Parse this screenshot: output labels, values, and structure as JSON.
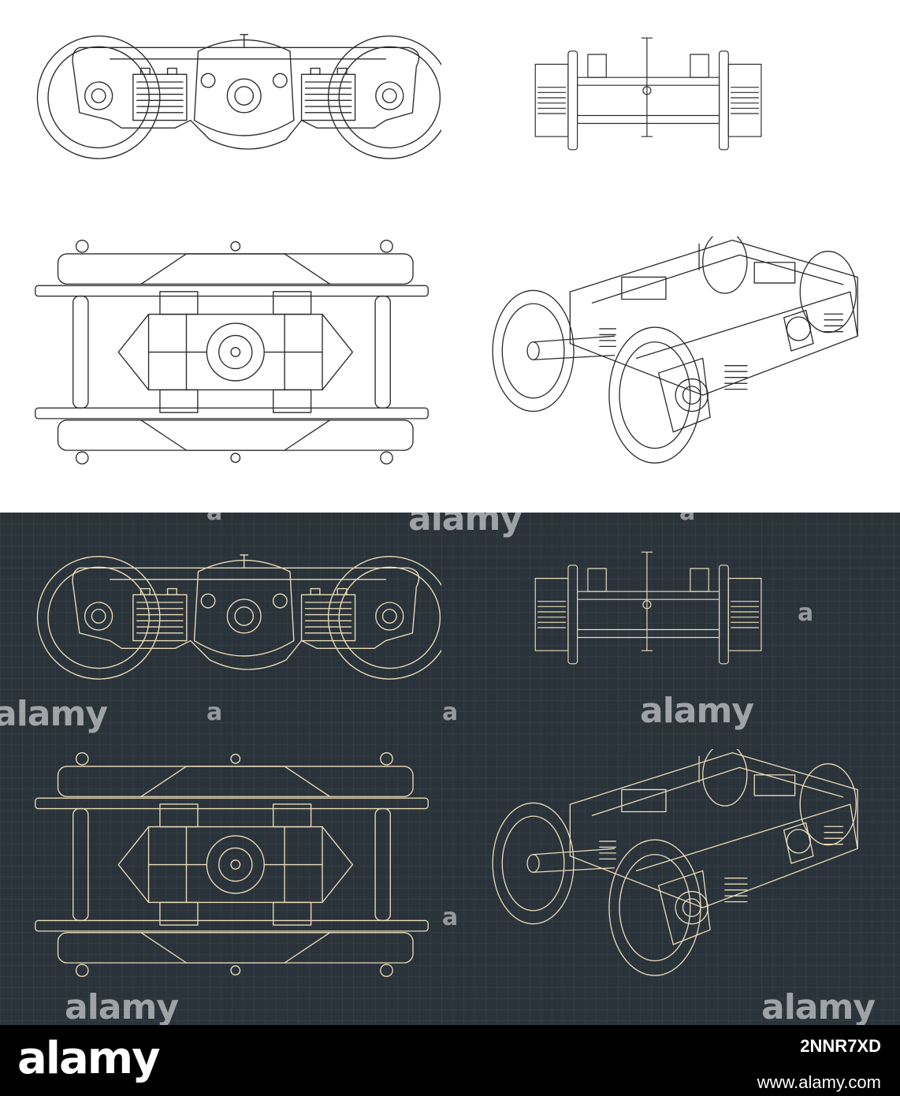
{
  "watermark": {
    "text": "alamy",
    "small_text": "a"
  },
  "footer": {
    "logo": "alamy",
    "image_id": "2NNR7XD",
    "url": "www.alamy.com"
  },
  "colors": {
    "background_top": "#ffffff",
    "background_bottom": "#2a323a",
    "line_light_theme": "#2b2b2b",
    "line_dark_theme": "#eadcb8",
    "footer_bg": "#000000"
  },
  "views": [
    {
      "name": "side-view"
    },
    {
      "name": "end-view"
    },
    {
      "name": "top-view"
    },
    {
      "name": "isometric-view"
    }
  ]
}
